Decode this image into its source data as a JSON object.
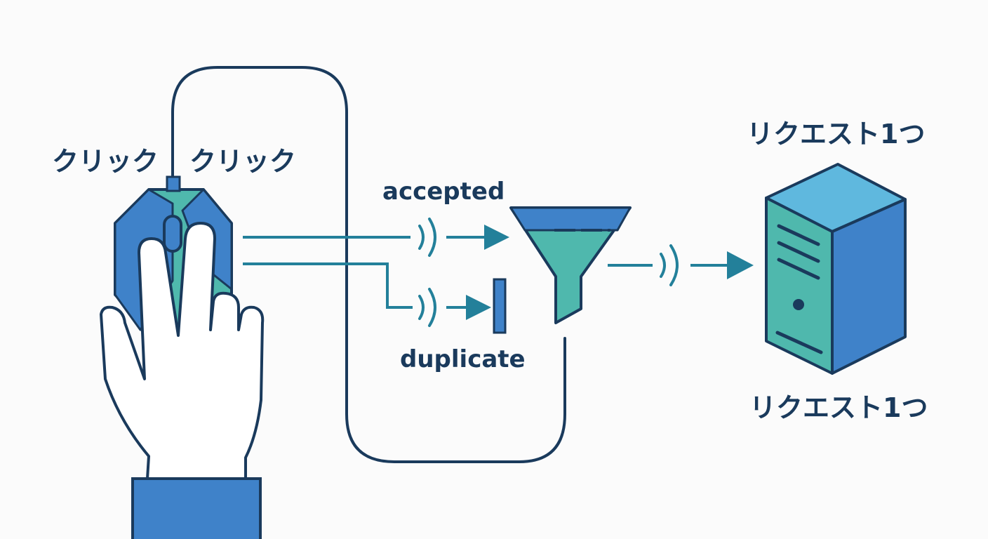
{
  "labels": {
    "click_left": "クリック",
    "click_right": "クリック",
    "accepted": "accepted",
    "duplicate": "duplicate",
    "request_top": "リクエスト1つ",
    "request_bottom": "リクエスト1つ"
  },
  "colors": {
    "outline": "#1a3a5c",
    "teal": "#4fb8ad",
    "blue": "#3f82c9",
    "light_blue": "#5fb8de",
    "arrow": "#23809a",
    "background": "#fbfbfb"
  },
  "icons": {
    "hand": "hand-icon",
    "mouse": "mouse-icon",
    "funnel": "funnel-icon",
    "server": "server-icon",
    "block": "block-bar-icon"
  }
}
